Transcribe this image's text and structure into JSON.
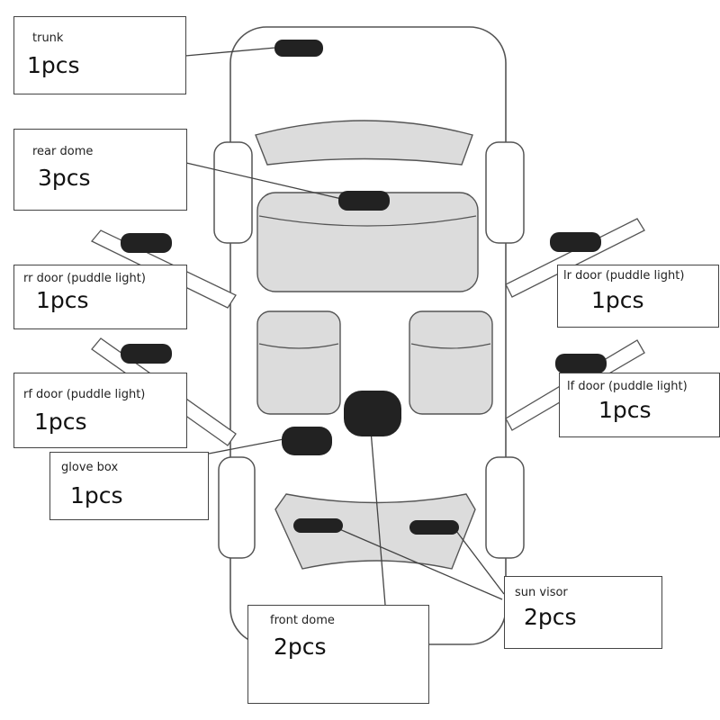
{
  "labels": {
    "trunk": {
      "name": "trunk",
      "qty": "1pcs"
    },
    "rear_dome": {
      "name": "rear dome",
      "qty": "3pcs"
    },
    "rr_door": {
      "name": "rr door (puddle light)",
      "qty": "1pcs"
    },
    "rf_door": {
      "name": "rf door (puddle light)",
      "qty": "1pcs"
    },
    "glove_box": {
      "name": "glove box",
      "qty": "1pcs"
    },
    "front_dome": {
      "name": "front dome",
      "qty": "2pcs"
    },
    "sun_visor": {
      "name": "sun visor",
      "qty": "2pcs"
    },
    "lr_door": {
      "name": "lr door (puddle light)",
      "qty": "1pcs"
    },
    "lf_door": {
      "name": "lf door (puddle light)",
      "qty": "1pcs"
    }
  },
  "colors": {
    "panel_fill": "#dcdcdc",
    "light_fill": "#222222",
    "outline": "#555555",
    "leader": "#444444"
  }
}
